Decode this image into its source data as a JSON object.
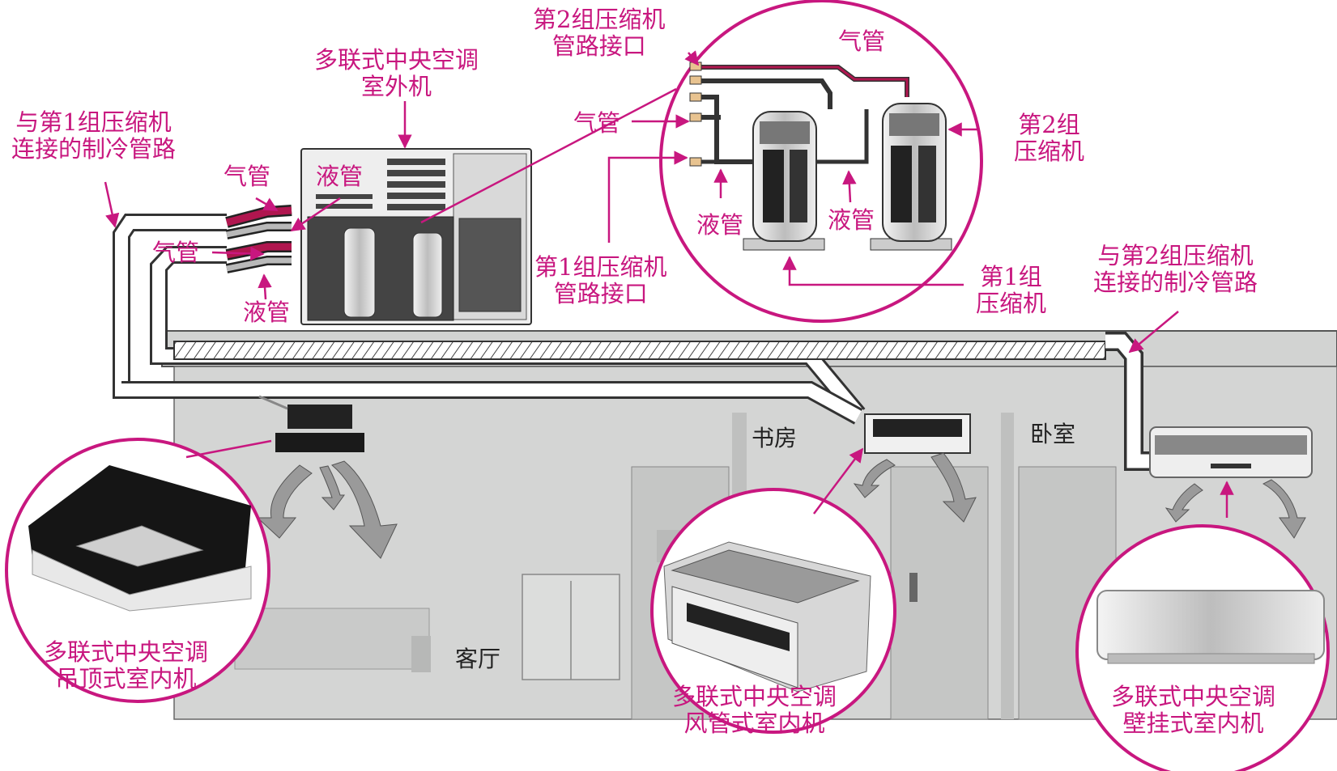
{
  "labels": {
    "outdoor_unit": [
      "多联式中央空调",
      "室外机"
    ],
    "group1_piping": [
      "与第1组压缩机",
      "连接的制冷管路"
    ],
    "group2_piping": [
      "与第2组压缩机",
      "连接的制冷管路"
    ],
    "gas_pipe": "气管",
    "liquid_pipe": "液管",
    "group2_port": [
      "第2组压缩机",
      "管路接口"
    ],
    "group1_port": [
      "第1组压缩机",
      "管路接口"
    ],
    "group2_compressor": [
      "第2组",
      "压缩机"
    ],
    "group1_compressor": [
      "第1组",
      "压缩机"
    ],
    "ceiling_unit": [
      "多联式中央空调",
      "吊顶式室内机"
    ],
    "duct_unit": [
      "多联式中央空调",
      "风管式室内机"
    ],
    "wall_unit": [
      "多联式中央空调",
      "壁挂式室内机"
    ]
  },
  "rooms": {
    "living_room": "客厅",
    "study": "书房",
    "bedroom": "卧室"
  },
  "colors": {
    "accent": "#d0148c",
    "wall": "#cfd0cf",
    "pipe_red": "#b0164f"
  }
}
